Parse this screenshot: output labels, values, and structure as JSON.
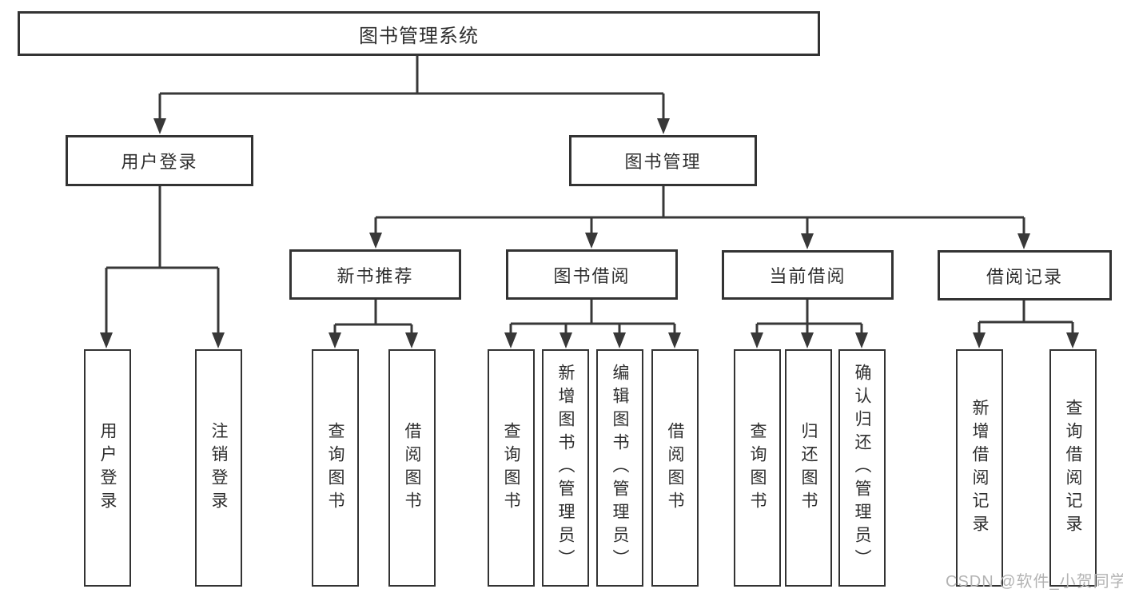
{
  "diagram": {
    "colors": {
      "line": "#383838",
      "box_border": "#333333",
      "text": "#2e2e2e",
      "watermark_text": "#b3b3b3",
      "background": "#ffffff"
    },
    "root": {
      "label": "图书管理系统"
    },
    "branches": {
      "user_login": {
        "label": "用户登录",
        "children": [
          "用户登录",
          "注销登录"
        ]
      },
      "book_mgmt": {
        "label": "图书管理"
      }
    },
    "modules": [
      {
        "label": "新书推荐",
        "children": [
          "查询图书",
          "借阅图书"
        ]
      },
      {
        "label": "图书借阅",
        "children": [
          "查询图书",
          "新增图书（管理员）",
          "编辑图书（管理员）",
          "借阅图书"
        ]
      },
      {
        "label": "当前借阅",
        "children": [
          "查询图书",
          "归还图书",
          "确认归还（管理员）"
        ]
      },
      {
        "label": "借阅记录",
        "children": [
          "新增借阅记录",
          "查询借阅记录"
        ]
      }
    ]
  },
  "watermark": {
    "text": "CSDN @软件_小贺同学"
  }
}
